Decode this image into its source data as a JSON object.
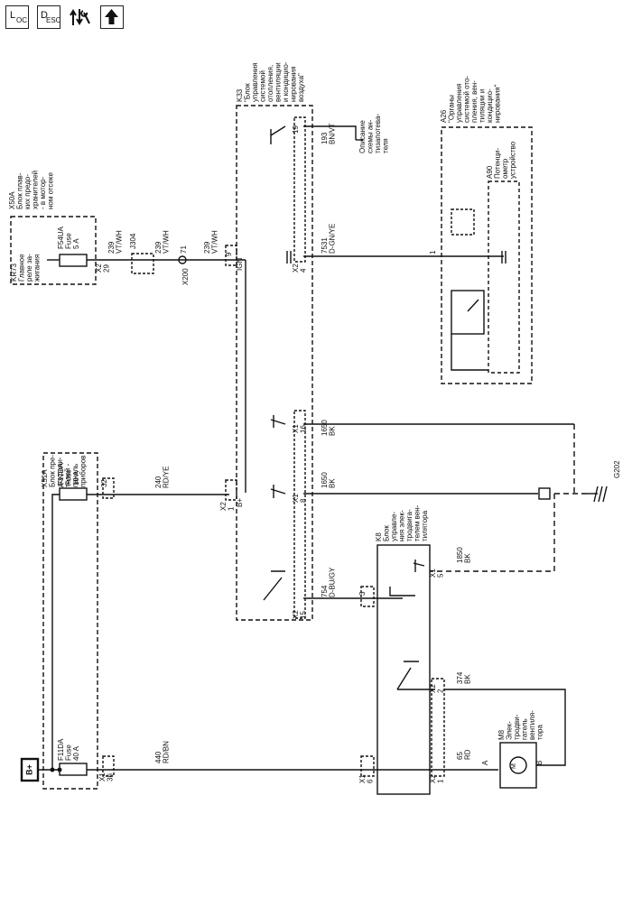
{
  "toolbar": {
    "loc_main": "L",
    "loc_sub": "OC",
    "desc_main": "D",
    "desc_sub": "ESC",
    "flow_icon": "wrench-arrows-icon",
    "up_icon": "arrow-up-icon"
  },
  "diagram": {
    "bplus": "B+",
    "x51a": [
      "X51A",
      "Блок пре-",
      "дохрани-",
      "телей -",
      "панель",
      "приборов"
    ],
    "f17da": [
      "F17DA",
      "Fuse",
      "10 A"
    ],
    "f11da": [
      "F11DA",
      "Fuse",
      "40 A"
    ],
    "x50a": [
      "X50A",
      "Блок плав-",
      "ких предо-",
      "хранителей",
      "- в мотор-",
      "ном отсеке"
    ],
    "kr73": [
      "KR73",
      "Главное",
      "реле за-",
      "жигания"
    ],
    "f54ua": [
      "F54UA",
      "Fuse",
      "5 A"
    ],
    "k33": [
      "K33",
      "\"Блок",
      "управления",
      "системой",
      "отопления,",
      "вентиляции",
      "и кондицио-",
      "нирования",
      "воздуха\""
    ],
    "a26": [
      "A26",
      "\"Органы",
      "управления",
      "системой ото-",
      "пления, вен-",
      "тиляции и",
      "кондицио-",
      "нирования\""
    ],
    "a90": [
      "A90",
      "Потенци-",
      "ометр",
      "устройство"
    ],
    "k8": [
      "K8",
      "Блок",
      "управле-",
      "ния элек-",
      "тродвига-",
      "телем вен-",
      "тилятора"
    ],
    "m8": [
      "M8",
      "Элек-",
      "тродви-",
      "гатель",
      "вентиля-",
      "тора"
    ],
    "desc_ref": [
      "Описание",
      "схемы ан-",
      "тизапотева-",
      "теля"
    ],
    "w240": [
      "240",
      "RD/YE"
    ],
    "w440": [
      "440",
      "RD/BN"
    ],
    "w239a": [
      "239",
      "VT/WH"
    ],
    "w239b": [
      "239",
      "VT/WH"
    ],
    "w239c": [
      "239",
      "VT/WH"
    ],
    "w193": [
      "193",
      "BN/VT"
    ],
    "w7531": [
      "7531",
      "D-GN/YE"
    ],
    "w1650a": [
      "1650",
      "BK"
    ],
    "w1650b": [
      "1650",
      "BK"
    ],
    "w1850": [
      "1850",
      "BK"
    ],
    "w754": [
      "754",
      "D-BU/GY"
    ],
    "w374": [
      "374",
      "BK"
    ],
    "w65": [
      "65",
      "RD"
    ],
    "g202": "G202",
    "x200": "X200",
    "j304": "J304",
    "ign": "IGN",
    "bplus_pin": "B+",
    "conn": {
      "x1": "X1",
      "x2": "X2",
      "p36": "36",
      "p32": "32",
      "p29": "29",
      "p71": "71",
      "p9": "9",
      "p1": "1",
      "p4": "4",
      "p8": "8",
      "p15": "15",
      "p16": "16",
      "p19": "19",
      "p3": "3",
      "p2": "2",
      "p5": "5",
      "p6": "6",
      "pa1": "1",
      "pk1": "1"
    },
    "motor_a": "A",
    "motor_b": "B",
    "motor_m": "M"
  }
}
